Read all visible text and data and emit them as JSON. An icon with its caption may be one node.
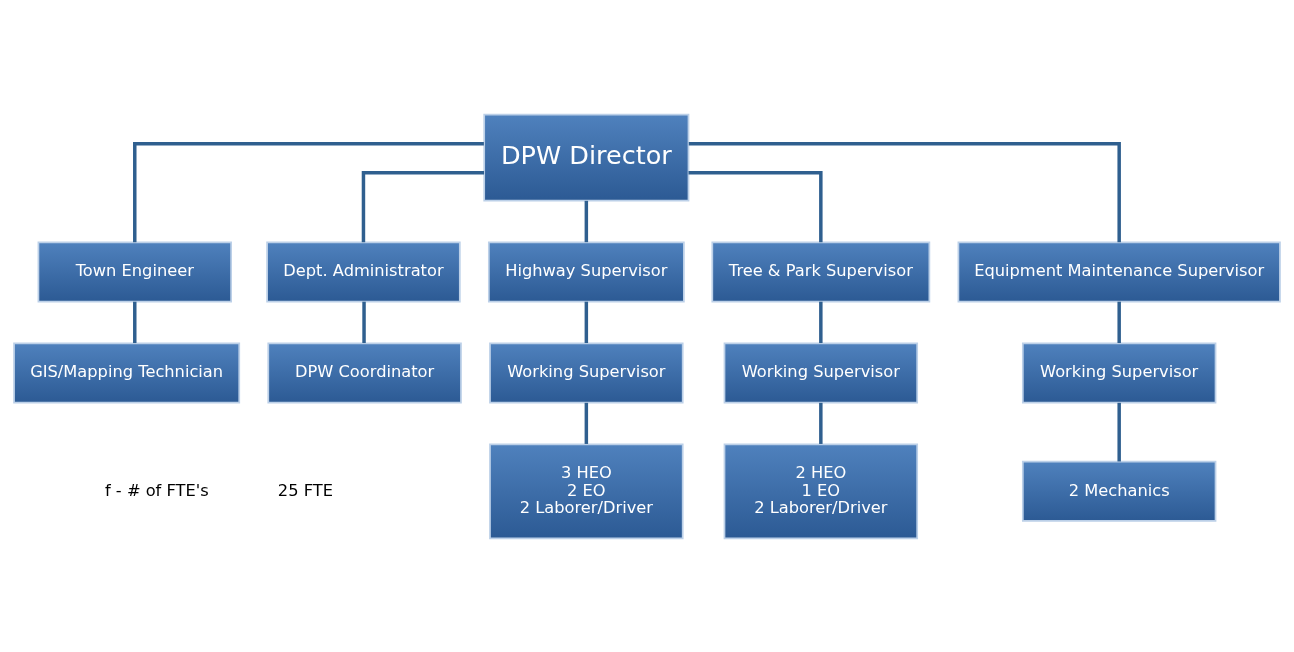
{
  "diagram": {
    "nodes": [
      {
        "text": [
          "DPW Director"
        ]
      },
      {
        "text": [
          "Town Engineer"
        ]
      },
      {
        "text": [
          "Dept. Administrator"
        ]
      },
      {
        "text": [
          "Highway Supervisor"
        ]
      },
      {
        "text": [
          "Tree & Park Supervisor"
        ]
      },
      {
        "text": [
          "Equipment Maintenance Supervisor"
        ]
      },
      {
        "text": [
          "GIS/Mapping Technician"
        ]
      },
      {
        "text": [
          "DPW Coordinator"
        ]
      },
      {
        "text": [
          "Working Supervisor"
        ]
      },
      {
        "text": [
          "Working Supervisor"
        ]
      },
      {
        "text": [
          "Working Supervisor"
        ]
      },
      {
        "text": [
          "3 HEO",
          "2 EO",
          "2 Laborer/Driver"
        ]
      },
      {
        "text": [
          "2 HEO",
          "1 EO",
          "2 Laborer/Driver"
        ]
      },
      {
        "text": [
          "2 Mechanics"
        ]
      }
    ],
    "edges": [
      {
        "from": 0,
        "to": 1,
        "arrow": "none"
      },
      {
        "from": 0,
        "to": 2,
        "arrow": "none"
      },
      {
        "from": 0,
        "to": 3,
        "arrow": "none"
      },
      {
        "from": 0,
        "to": 4,
        "arrow": "none"
      },
      {
        "from": 0,
        "to": 5,
        "arrow": "none"
      },
      {
        "from": 1,
        "to": 6,
        "arrow": "none"
      },
      {
        "from": 2,
        "to": 7,
        "arrow": "none"
      },
      {
        "from": 3,
        "to": 8,
        "arrow": "none"
      },
      {
        "from": 4,
        "to": 9,
        "arrow": "none"
      },
      {
        "from": 5,
        "to": 10,
        "arrow": "none"
      },
      {
        "from": 8,
        "to": 11,
        "arrow": "none"
      },
      {
        "from": 9,
        "to": 12,
        "arrow": "none"
      },
      {
        "from": 10,
        "to": 13,
        "arrow": "none"
      }
    ],
    "labels": [
      "f - # of FTE's",
      "25 FTE"
    ]
  }
}
